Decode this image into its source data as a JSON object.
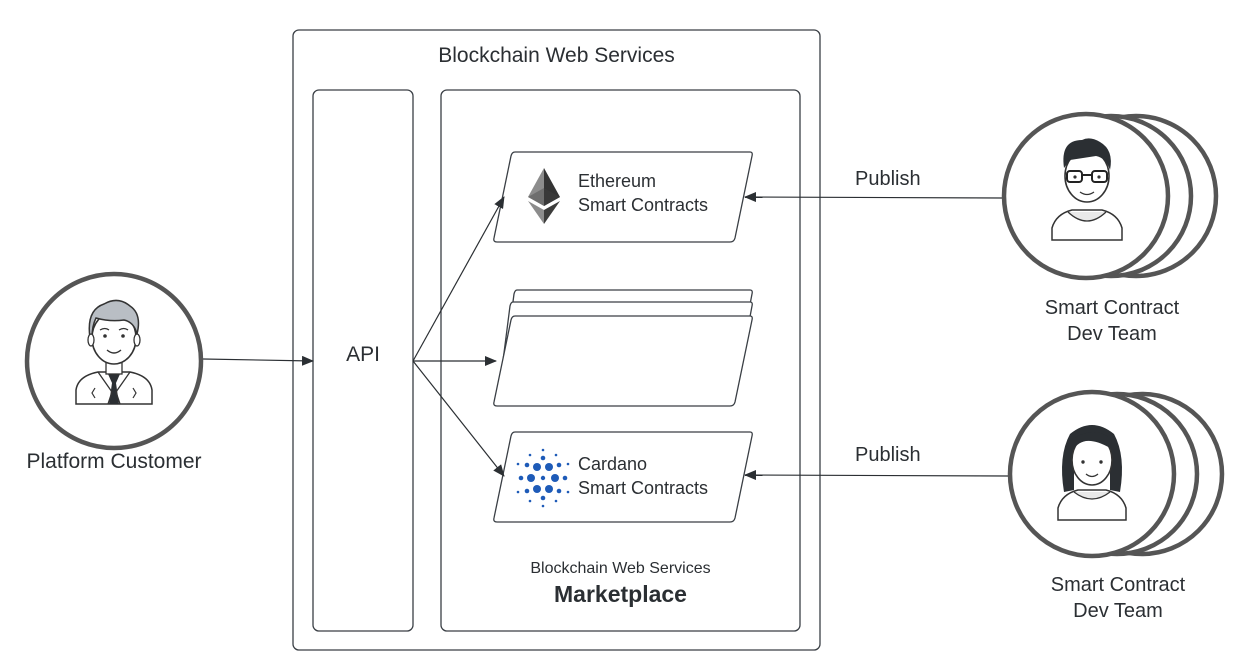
{
  "outer_title": "Blockchain Web Services",
  "api_label": "API",
  "marketplace": {
    "subtitle": "Blockchain Web Services",
    "title": "Marketplace"
  },
  "contracts": [
    {
      "line1": "Ethereum",
      "line2": "Smart Contracts",
      "icon": "ethereum-logo-icon"
    },
    {
      "line1": "",
      "line2": "",
      "icon": ""
    },
    {
      "line1": "Cardano",
      "line2": "Smart Contracts",
      "icon": "cardano-logo-icon"
    }
  ],
  "customer_label": "Platform Customer",
  "dev_teams": [
    {
      "line1": "Smart Contract",
      "line2": "Dev Team",
      "publish_label": "Publish"
    },
    {
      "line1": "Smart Contract",
      "line2": "Dev Team",
      "publish_label": "Publish"
    }
  ],
  "colors": {
    "line": "#3a3f45",
    "box_border": "#3a3f45",
    "cardano_blue": "#1e5bb8",
    "ethereum_dark": "#343434",
    "circle_border": "#555555"
  }
}
